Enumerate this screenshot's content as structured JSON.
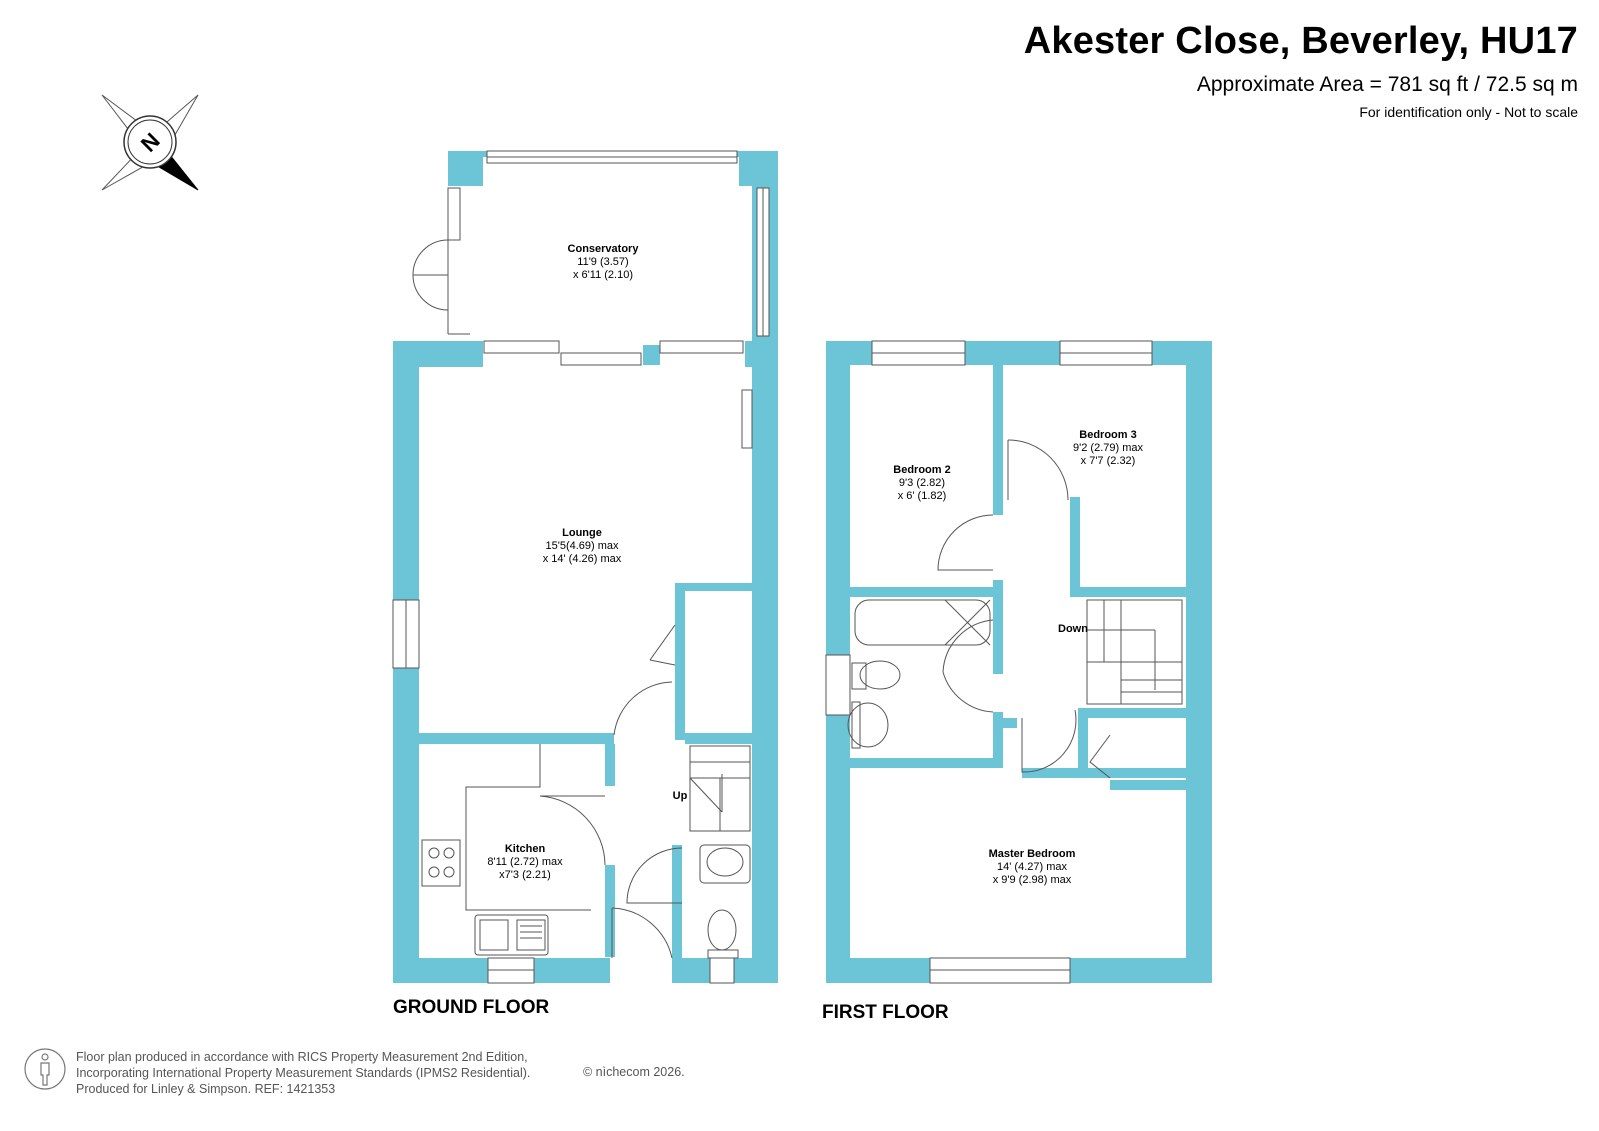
{
  "header": {
    "address": "Akester Close, Beverley, HU17",
    "area": "Approximate Area = 781 sq ft / 72.5 sq m",
    "disclaimer": "For identification only - Not to scale"
  },
  "compass": {
    "letter": "N",
    "icon": "compass-icon"
  },
  "ground_floor": {
    "label": "GROUND FLOOR",
    "rooms": [
      {
        "name": "Conservatory",
        "dim1": "11'9 (3.57)",
        "dim2": "x 6'11 (2.10)"
      },
      {
        "name": "Lounge",
        "dim1": "15'5(4.69) max",
        "dim2": "x 14' (4.26) max"
      },
      {
        "name": "Kitchen",
        "dim1": "8'11 (2.72) max",
        "dim2": "x7'3 (2.21)"
      }
    ],
    "stairs": "Up"
  },
  "first_floor": {
    "label": "FIRST FLOOR",
    "rooms": [
      {
        "name": "Bedroom 2",
        "dim1": "9'3 (2.82)",
        "dim2": "x 6' (1.82)"
      },
      {
        "name": "Bedroom 3",
        "dim1": "9'2 (2.79) max",
        "dim2": "x 7'7 (2.32)"
      },
      {
        "name": "Master Bedroom",
        "dim1": "14' (4.27) max",
        "dim2": "x 9'9 (2.98) max"
      }
    ],
    "stairs": "Down"
  },
  "footer": {
    "line1": "Floor plan produced in accordance with RICS Property Measurement 2nd Edition,",
    "line2": "Incorporating International Property Measurement Standards (IPMS2 Residential).",
    "line3": "Produced for Linley & Simpson.   REF: 1421353",
    "credit": "© nìchecom 2026."
  },
  "colors": {
    "wall": "#6bc5d6",
    "line": "#555555",
    "text": "#000000"
  }
}
